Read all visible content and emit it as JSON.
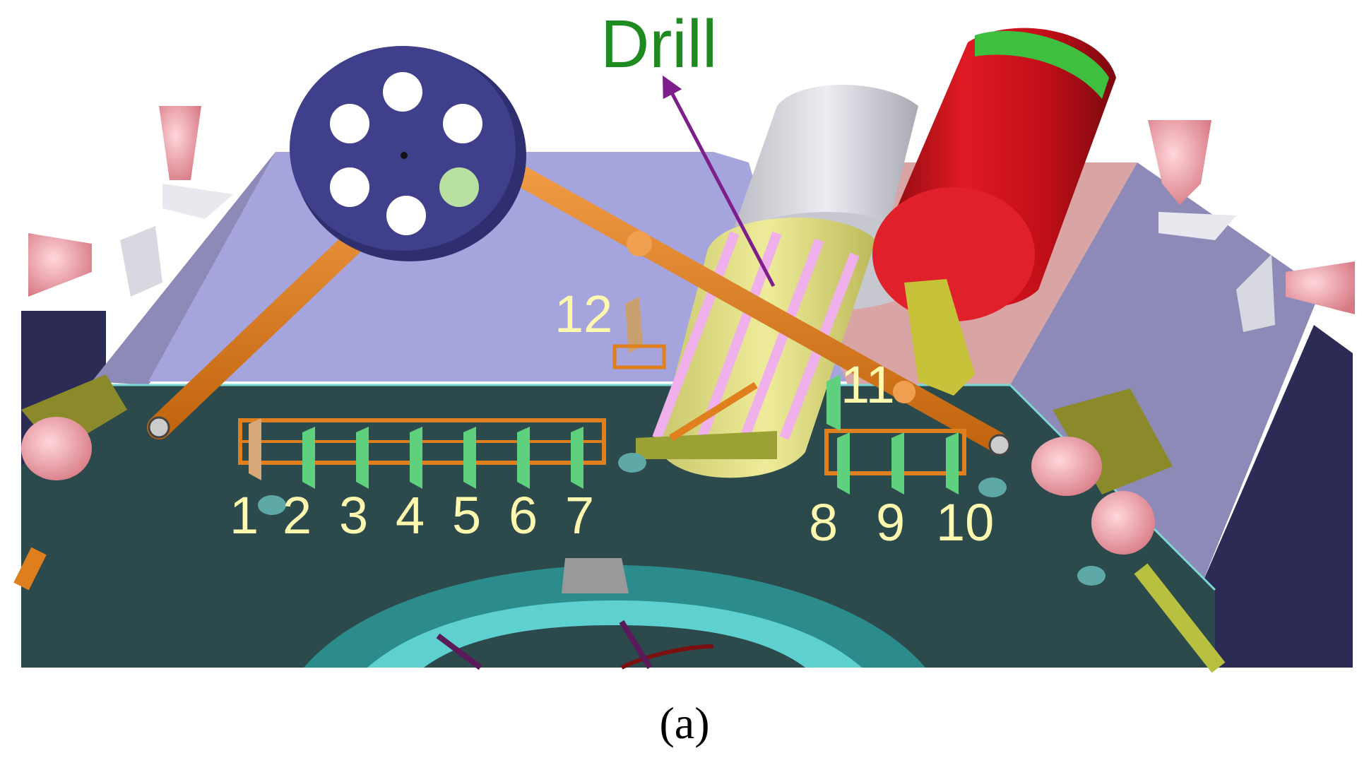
{
  "figure": {
    "caption": "(a)",
    "callout": {
      "label": "Drill"
    },
    "slot_labels": [
      "1",
      "2",
      "3",
      "4",
      "5",
      "6",
      "7",
      "8",
      "9",
      "10",
      "11",
      "12"
    ]
  },
  "colors": {
    "deck": "#2c4a4c",
    "back_panel": "#a6a4dc",
    "side_panel": "#8d8ab8",
    "cylinder_red": "#d8131d",
    "cylinder_grey": "#d6d6dc",
    "carousel_disk": "#3f3f8c",
    "boom": "#e07f1e",
    "panels_green": "#4ec46e",
    "label_text": "#fff9b0",
    "callout_text": "#1f8a1f",
    "arrow": "#7d1f8a",
    "thruster_cone": "#eba0a8",
    "ring": "#5fd0d0"
  }
}
